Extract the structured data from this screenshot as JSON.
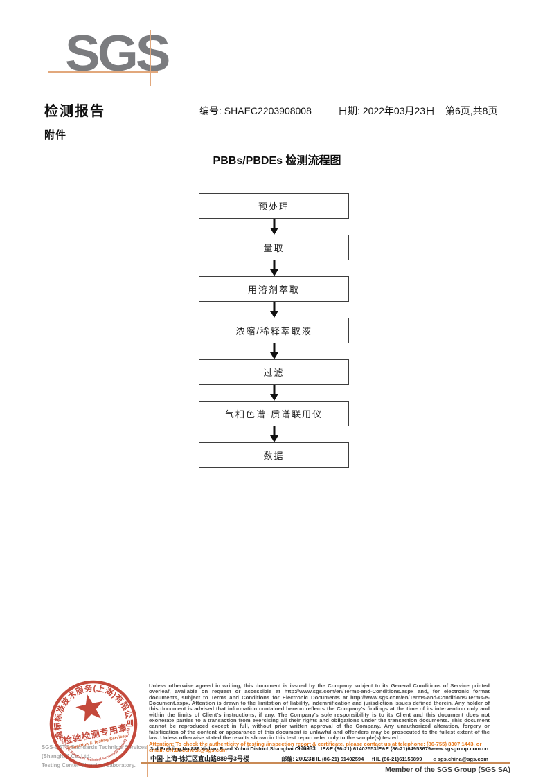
{
  "logo": {
    "text": "SGS"
  },
  "header": {
    "report_title": "检测报告",
    "report_no": "编号: SHAEC2203908008",
    "date": "日期: 2022年03月23日",
    "page_info": "第6页,共8页",
    "attachment_label": "附件"
  },
  "flowchart": {
    "title": "PBBs/PBDEs 检测流程图",
    "steps": [
      "预处理",
      "量取",
      "用溶剂萃取",
      "浓缩/稀释萃取液",
      "过滤",
      "气相色谱-质谱联用仪",
      "数据"
    ]
  },
  "stamp": {
    "ring_top_text": "通标标准技术服务(上海)有限公司",
    "star_icon": "red-star",
    "center_label": "检验检测专用章",
    "center_sublabel": "Inspection & Testing Services",
    "ring_bottom_text": "SGS-CSTC Standards Technical Services(Shanghai)Co.,Ltd.",
    "color": "#bf3a2b"
  },
  "company": {
    "line1": "SGS-CSTC Standards Technical Services (Shanghai) Co.,Ltd.",
    "line2": "Testing Center-Chemical Laboratory."
  },
  "footer": {
    "legal_text": "Unless otherwise agreed in writing, this document is issued by the Company subject to its General Conditions of Service printed overleaf, available on request or accessible at http://www.sgs.com/en/Terms-and-Conditions.aspx and, for electronic format documents, subject to Terms and Conditions for Electronic Documents at http://www.sgs.com/en/Terms-and-Conditions/Terms-e-Document.aspx. Attention is drawn to the limitation of liability, indemnification and jurisdiction issues defined therein. Any holder of this document is advised that information contained hereon reflects the Company's findings at the time of its intervention only and within the limits of Client's instructions, if any. The Company's sole responsibility is to its Client and this document does not exonerate parties to a transaction from exercising all their rights and obligations under the transaction documents. This document cannot be reproduced except in full, without prior written approval of the Company. Any unauthorized alteration, forgery or falsification of the content or appearance of this document is unlawful and offenders may be prosecuted to the fullest extent of the law. Unless otherwise stated the results shown in this test report refer only to the sample(s) tested .",
    "attention_text": "Attention: To check the authenticity of testing /inspection report & certificate, please contact us at telephone: (86-755) 8307 1443, or email: CN.Doccheck@sgs.com",
    "address_en": "3rd Building,No.889 Yishan Road Xuhui District,Shanghai China",
    "address_en_zip": "200233",
    "tel_en": "tE&E (86-21) 61402553",
    "fax_en": "fE&E (86-21)64953679",
    "website": "www.sgsgroup.com.cn",
    "address_cn": "中国·上海·徐汇区宜山路889号3号楼",
    "address_cn_zip": "邮编: 200233",
    "tel_cn": "tHL (86-21) 61402594",
    "fax_cn": "fHL (86-21)61156899",
    "email": "e sgs.china@sgs.com",
    "member_line": "Member of the SGS Group (SGS SA)"
  }
}
